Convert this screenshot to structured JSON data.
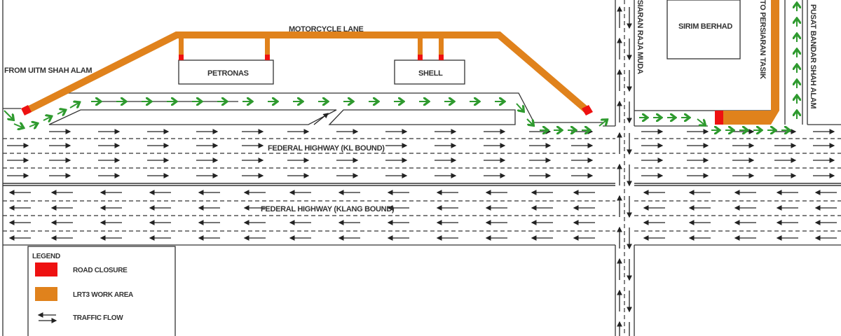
{
  "labels": {
    "from_uitm": "FROM UITM SHAH ALAM",
    "motorcycle_lane": "MOTORCYCLE LANE",
    "petronas": "PETRONAS",
    "shell": "SHELL",
    "sirim": "SIRIM BERHAD",
    "raja_muda": "PERSIARAN RAJA MUDA",
    "tasik": "TO PERSIARAN TASIK",
    "pusat_bandar": "PUSAT BANDAR SHAH ALAM",
    "kl_bound": "FEDERAL HIGHWAY (KL BOUND)",
    "klang_bound": "FEDERAL HIGHWAY (KLANG BOUND)"
  },
  "legend": {
    "title": "LEGEND",
    "items": [
      {
        "label": "ROAD CLOSURE",
        "color": "#ee1111"
      },
      {
        "label": "LRT3 WORK AREA",
        "color": "#e0821c"
      },
      {
        "label": "TRAFFIC FLOW"
      }
    ]
  },
  "colors": {
    "closure": "#ee1111",
    "work_area": "#e0821c",
    "diversion": "#2e9a2e",
    "line": "#222222"
  }
}
